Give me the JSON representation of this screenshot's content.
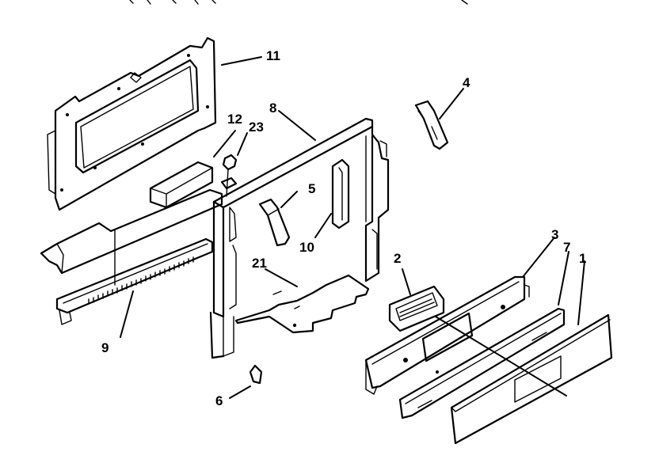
{
  "diagram": {
    "callouts": {
      "p1": "1",
      "p2": "2",
      "p3": "3",
      "p4": "4",
      "p5": "5",
      "p6": "6",
      "p7": "7",
      "p8": "8",
      "p9": "9",
      "p10": "10",
      "p11": "11",
      "p12": "12",
      "p21": "21",
      "p23": "23"
    }
  }
}
